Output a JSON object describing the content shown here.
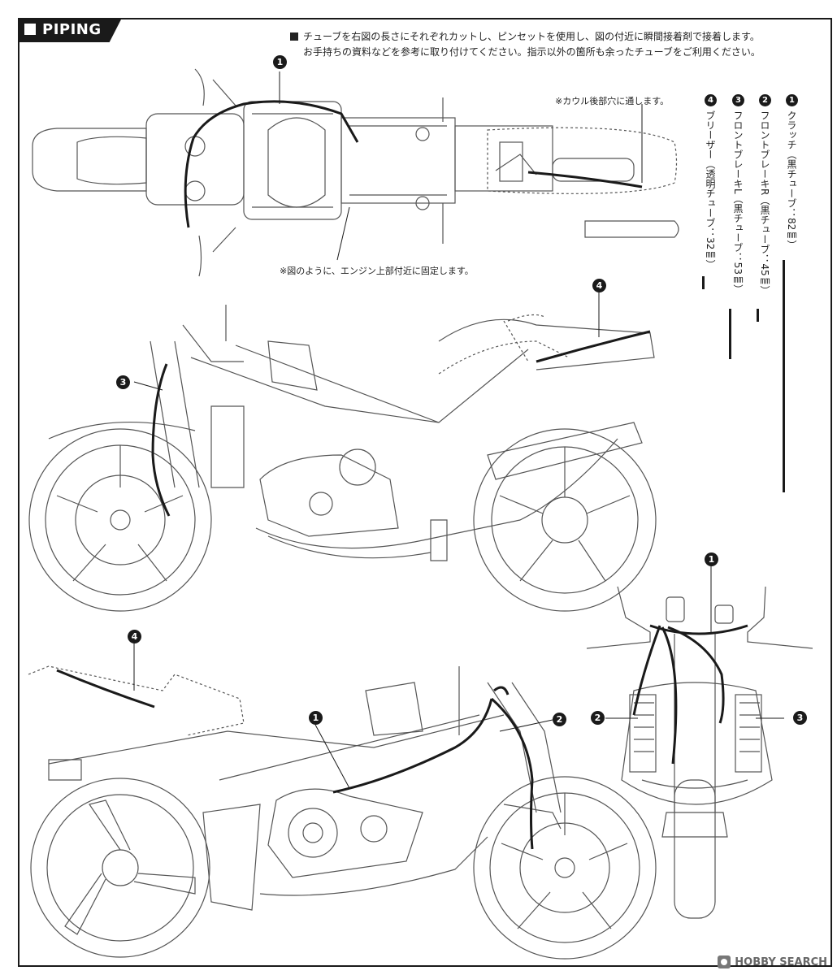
{
  "header": {
    "title": "PIPING"
  },
  "instructions": [
    "チューブを右図の長さにそれぞれカットし、ピンセットを使用し、図の付近に瞬間接着剤で接着します。",
    "お手持ちの資料などを参考に取り付けてください。指示以外の箇所も余ったチューブをご利用ください。"
  ],
  "notes": {
    "cowl": "※カウル後部穴に通します。",
    "engine": "※図のように、エンジン上部付近に固定します。"
  },
  "legend": [
    {
      "num": "1",
      "label": "クラッチ（黒チューブ：82㎜）"
    },
    {
      "num": "2",
      "label": "フロントブレーキR（黒チューブ：45㎜）"
    },
    {
      "num": "3",
      "label": "フロントブレーキL（黒チューブ：53㎜）"
    },
    {
      "num": "4",
      "label": "ブリーザー（透明チューブ：32㎜）"
    }
  ],
  "callouts": {
    "top_view_1": "1",
    "top_view_4": "4",
    "left_side_3": "3",
    "right_side_4": "4",
    "right_side_1": "1",
    "right_side_2": "2",
    "front_view_1": "1",
    "front_view_2": "2",
    "front_view_3": "3"
  },
  "watermark": {
    "text": "HOBBY SEARCH"
  }
}
